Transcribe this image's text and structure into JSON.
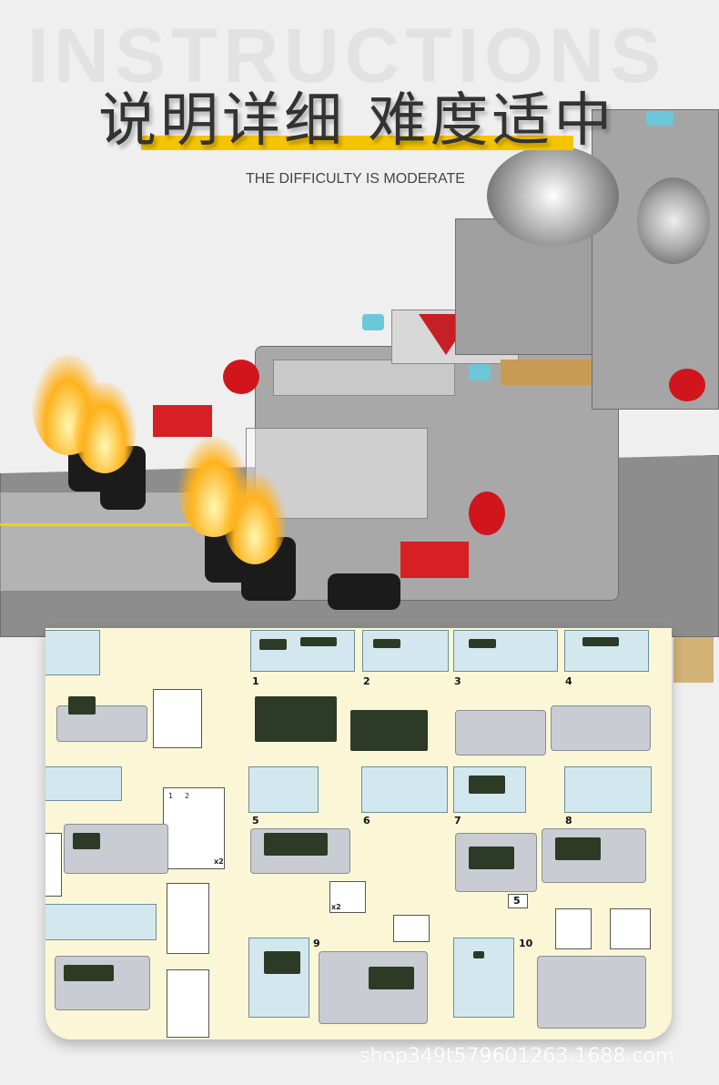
{
  "watermark": "INSTRUCTIONS",
  "headline": "说明详细 难度适中",
  "subtitle": "THE DIFFICULTY IS MODERATE",
  "accent_color": "#f5c400",
  "instructions": {
    "steps": [
      "1",
      "2",
      "3",
      "4",
      "5",
      "6",
      "7",
      "8",
      "9",
      "10"
    ],
    "sub_labels": [
      "1",
      "2"
    ],
    "ref_step": "5",
    "multipliers": [
      "x2",
      "x2"
    ]
  },
  "shop_url": "shop349t579601263.1688.com"
}
